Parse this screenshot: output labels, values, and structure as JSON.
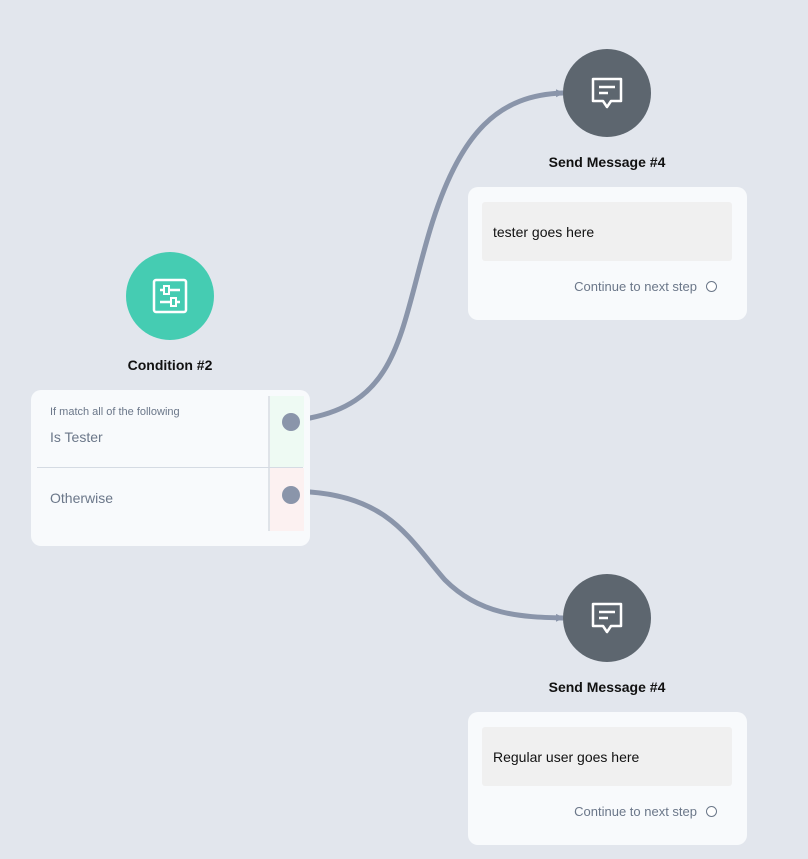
{
  "condition": {
    "title": "Condition #2",
    "icon": "sliders-icon",
    "color": "#45ccb2",
    "caption": "If match all of the following",
    "branches": [
      {
        "label": "Is Tester",
        "port_color": "#eefaf3"
      },
      {
        "label": "Otherwise",
        "port_color": "#fcf1f1"
      }
    ]
  },
  "messages": [
    {
      "title": "Send Message #4",
      "icon": "chat-bubble-icon",
      "color": "#5d666f",
      "text": "tester goes here",
      "continue_label": "Continue to next step"
    },
    {
      "title": "Send Message #4",
      "icon": "chat-bubble-icon",
      "color": "#5d666f",
      "text": "Regular user goes here",
      "continue_label": "Continue to next step"
    }
  ],
  "connector_color": "#8a95aa"
}
